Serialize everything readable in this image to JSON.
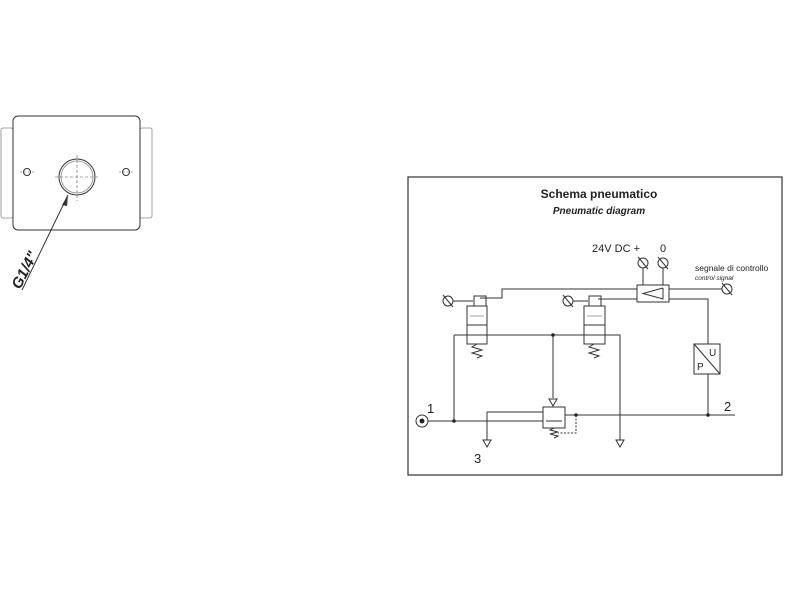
{
  "part_drawing": {
    "port_label": "G1/4\""
  },
  "schema": {
    "title": "Schema pneumatico",
    "subtitle": "Pneumatic diagram",
    "power_label": "24V DC +",
    "zero_label": "0",
    "control_label": "segnale di controllo",
    "control_sublabel": "control signal",
    "sensor_u": "U",
    "sensor_p": "P",
    "port_1": "1",
    "port_2": "2",
    "port_3": "3"
  }
}
